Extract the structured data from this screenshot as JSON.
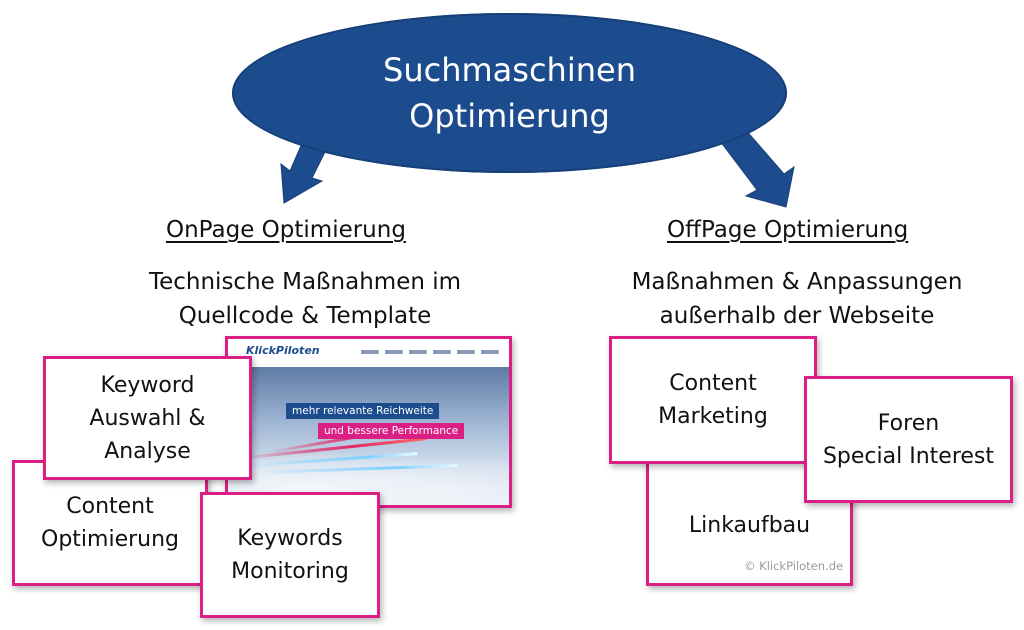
{
  "title": {
    "line1": "Suchmaschinen",
    "line2": "Optimierung"
  },
  "colors": {
    "ellipse": "#1d4c8e",
    "box_border": "#dc1f84",
    "arrow": "#1d4c8e"
  },
  "onpage": {
    "heading": "OnPage Optimierung",
    "desc_line1": "Technische Maßnahmen im",
    "desc_line2": "Quellcode & Template",
    "boxes": {
      "keyword_auswahl": [
        "Keyword",
        "Auswahl &",
        "Analyse"
      ],
      "content_optimierung": [
        "Content",
        "Optimierung"
      ],
      "keywords_monitoring": [
        "Keywords",
        "Monitoring"
      ]
    },
    "screenshot": {
      "logo": "KlickPiloten",
      "banner1": "mehr relevante Reichweite",
      "banner2": "und bessere Performance"
    }
  },
  "offpage": {
    "heading": "OffPage Optimierung",
    "desc_line1": "Maßnahmen & Anpassungen",
    "desc_line2": "außerhalb der Webseite",
    "boxes": {
      "content_marketing": [
        "Content",
        "Marketing"
      ],
      "foren": [
        "Foren",
        "Special Interest"
      ],
      "linkaufbau": [
        "Linkaufbau"
      ]
    }
  },
  "copyright": "© KlickPiloten.de"
}
